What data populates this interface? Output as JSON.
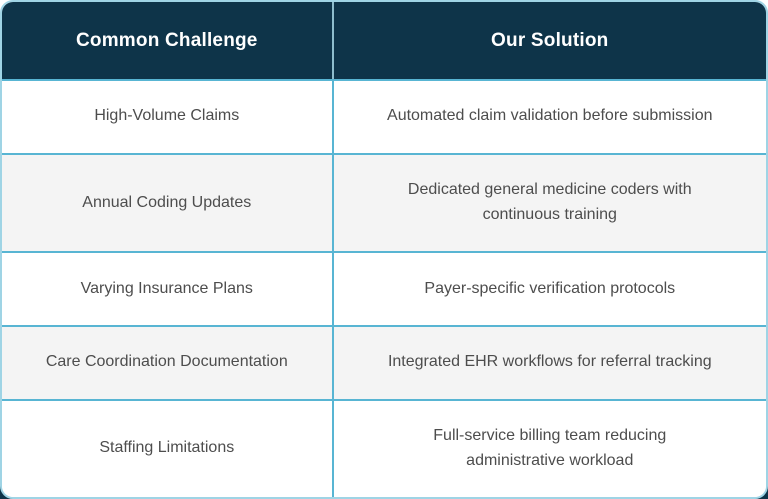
{
  "table": {
    "header": {
      "challenge_label": "Common Challenge",
      "solution_label": "Our Solution"
    },
    "rows": [
      {
        "challenge": "High-Volume Claims",
        "solution": "Automated claim validation before submission"
      },
      {
        "challenge": "Annual Coding Updates",
        "solution": "Dedicated general medicine coders with continuous training"
      },
      {
        "challenge": "Varying Insurance Plans",
        "solution": "Payer-specific verification protocols"
      },
      {
        "challenge": "Care Coordination Documentation",
        "solution": "Integrated EHR workflows for referral tracking"
      },
      {
        "challenge": "Staffing Limitations",
        "solution": "Full-service billing team reducing administrative workload"
      }
    ],
    "colors": {
      "header_bg": "#0e3449",
      "header_text": "#ffffff",
      "grid_border": "#58b5d3",
      "outer_border": "#9fd4e5",
      "row_bg": "#ffffff",
      "alt_row_bg": "#f4f4f4",
      "cell_text": "#4d4d4d"
    }
  }
}
